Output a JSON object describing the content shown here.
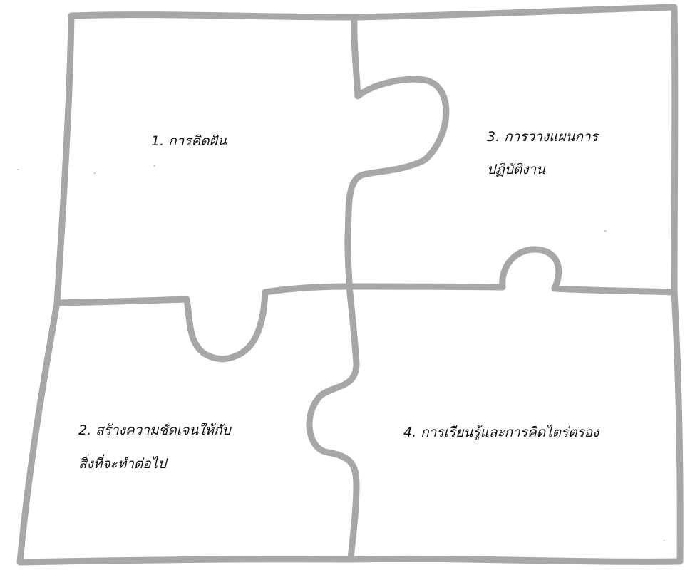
{
  "pieces": [
    {
      "id": "piece-1",
      "lines": [
        "1.  การคิดฝัน"
      ]
    },
    {
      "id": "piece-2",
      "lines": [
        "2.  สร้างความชัดเจนให้กับ",
        "สิ่งที่จะทำต่อไป"
      ]
    },
    {
      "id": "piece-3",
      "lines": [
        "3.  การวางแผนการ",
        "ปฏิบัติงาน"
      ]
    },
    {
      "id": "piece-4",
      "lines": [
        "4. การเรียนรู้และการคิดไตร่ตรอง"
      ]
    }
  ],
  "colors": {
    "outline": "#a7a7a7",
    "text": "#111111",
    "background": "#ffffff"
  }
}
